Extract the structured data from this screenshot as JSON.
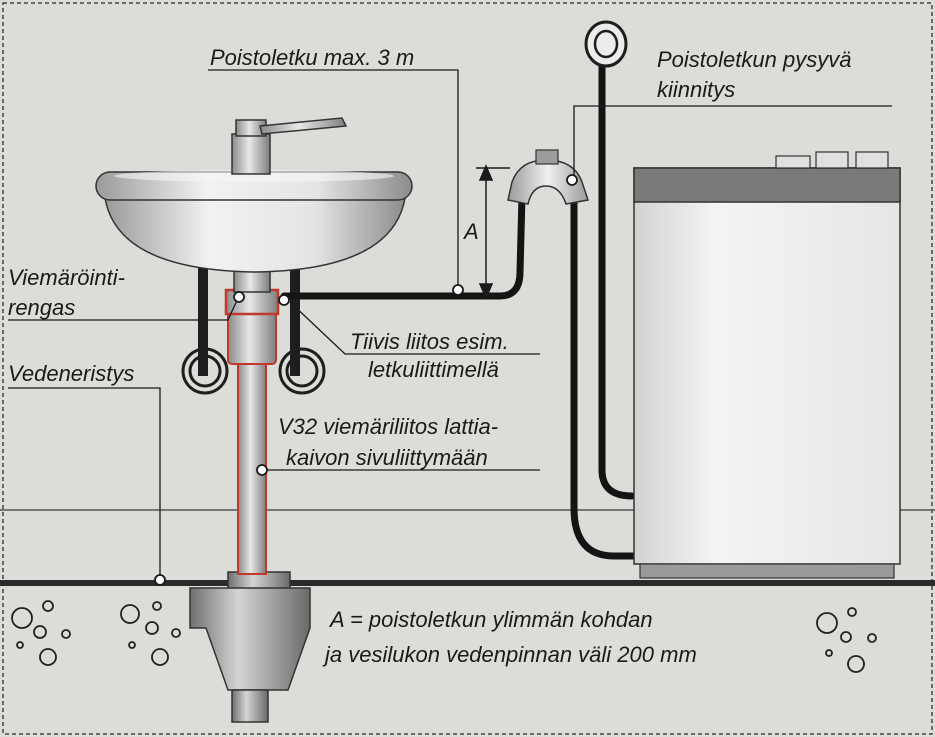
{
  "labels": {
    "poistoletku_max": "Poistoletku max. 3 m",
    "pysyva_line1": "Poistoletkun pysyvä",
    "pysyva_line2": "kiinnitys",
    "viemaro_line1": "Viemäröinti-",
    "viemaro_line2": "rengas",
    "tiivis_line1": "Tiivis liitos esim.",
    "tiivis_line2": "letkuliittimellä",
    "vedeneristys": "Vedeneristys",
    "v32_line1": "V32 viemäriliitos lattia-",
    "v32_line2": "kaivon sivuliittymään",
    "a_marker": "A",
    "note_line1": "A = poistoletkun ylimmän kohdan",
    "note_line2": "ja vesilukon vedenpinnan väli 200 mm"
  },
  "colors": {
    "background": "#dcdcd8",
    "line": "#1a1a1a",
    "hose": "#141414",
    "drain_pipe_outline": "#c0392b",
    "appliance_top": "#7a7a7a"
  }
}
